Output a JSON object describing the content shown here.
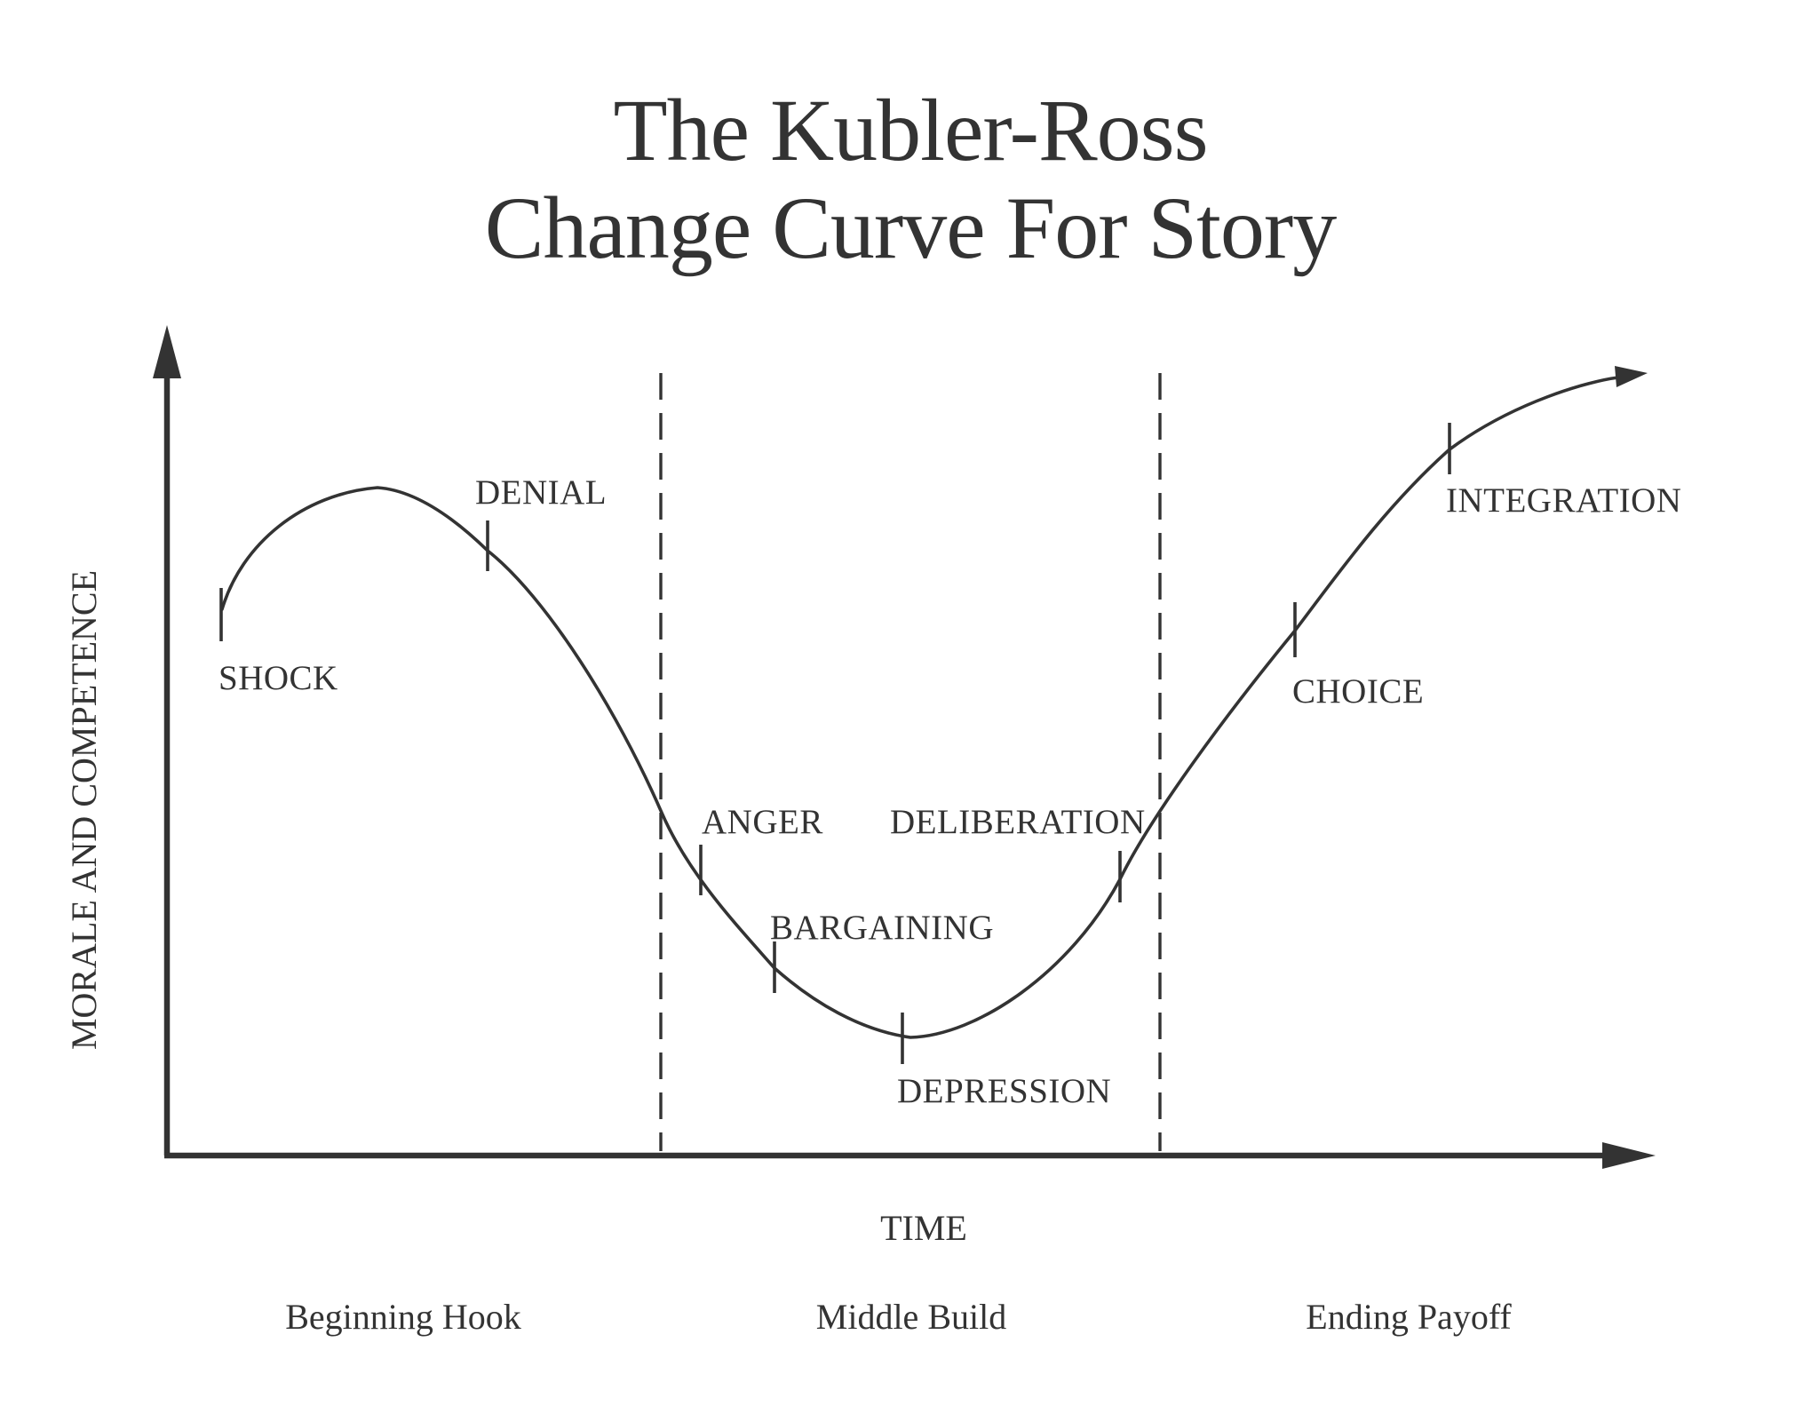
{
  "page": {
    "background": "#ffffff",
    "ink": "#333333"
  },
  "title": {
    "line1": "The Kubler-Ross",
    "line2": "Change Curve For Story"
  },
  "y_axis": {
    "label": "MORALE AND COMPETENCE"
  },
  "x_axis": {
    "label": "TIME"
  },
  "stages": [
    {
      "label": "SHOCK",
      "section": "Beginning Hook"
    },
    {
      "label": "DENIAL",
      "section": "Beginning Hook"
    },
    {
      "label": "ANGER",
      "section": "Middle Build"
    },
    {
      "label": "BARGAINING",
      "section": "Middle Build"
    },
    {
      "label": "DEPRESSION",
      "section": "Middle Build"
    },
    {
      "label": "DELIBERATION",
      "section": "Middle Build"
    },
    {
      "label": "CHOICE",
      "section": "Ending Payoff"
    },
    {
      "label": "INTEGRATION",
      "section": "Ending Payoff"
    }
  ],
  "sections": [
    {
      "label": "Beginning Hook"
    },
    {
      "label": "Middle Build"
    },
    {
      "label": "Ending Payoff"
    }
  ]
}
